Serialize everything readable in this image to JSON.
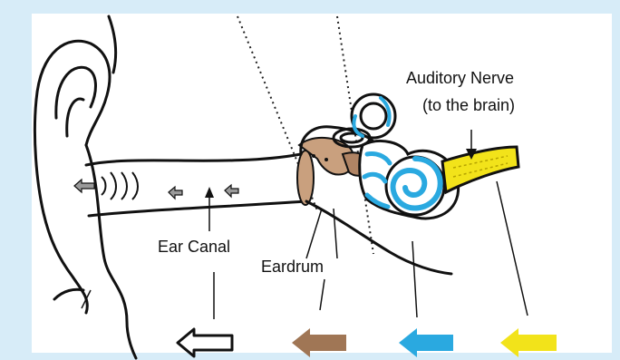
{
  "labels": {
    "auditory_nerve": "Auditory Nerve",
    "to_the_brain": "(to the brain)",
    "ear_canal": "Ear Canal",
    "eardrum": "Eardrum"
  },
  "colors": {
    "frame_bg": "#d7ecf8",
    "panel": "#ffffff",
    "outline": "#111111",
    "outer_arrow": "#ffffff",
    "middle_ear": "#a07655",
    "inner_ear": "#2aa9e0",
    "nerve": "#f2e31a",
    "sound_arrow": "#9a9a9a"
  },
  "icons": [
    "outer-ear-arrow-icon",
    "middle-ear-arrow-icon",
    "inner-ear-arrow-icon",
    "nerve-arrow-icon"
  ]
}
